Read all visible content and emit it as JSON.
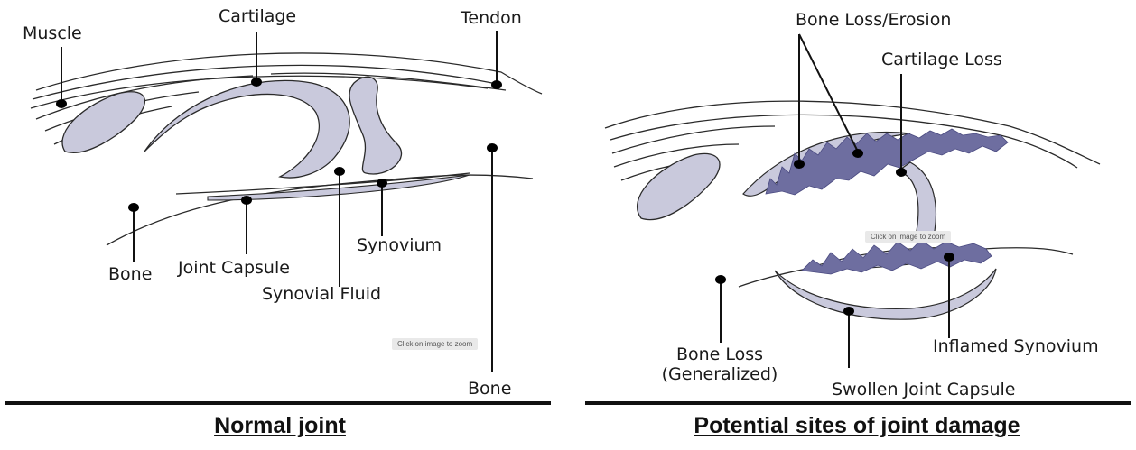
{
  "left_panel": {
    "caption": "Normal joint",
    "zoom_tip": "Click on image to zoom",
    "labels": {
      "muscle": "Muscle",
      "cartilage": "Cartilage",
      "tendon": "Tendon",
      "bone_left": "Bone",
      "joint_capsule": "Joint Capsule",
      "synovium": "Synovium",
      "synovial_fluid": "Synovial Fluid",
      "bone_right": "Bone"
    }
  },
  "right_panel": {
    "caption": "Potential sites of joint damage",
    "zoom_tip": "Click on image to zoom",
    "labels": {
      "bone_loss_erosion": "Bone Loss/Erosion",
      "cartilage_loss": "Cartilage Loss",
      "bone_loss_generalized_1": "Bone Loss",
      "bone_loss_generalized_2": "(Generalized)",
      "inflamed_synovium": "Inflamed Synovium",
      "swollen_joint_capsule": "Swollen Joint Capsule"
    }
  },
  "colors": {
    "tissue_fill": "#c9c9dc",
    "erosion_fill": "#6e6ea0",
    "outline": "#2a2a2a"
  }
}
